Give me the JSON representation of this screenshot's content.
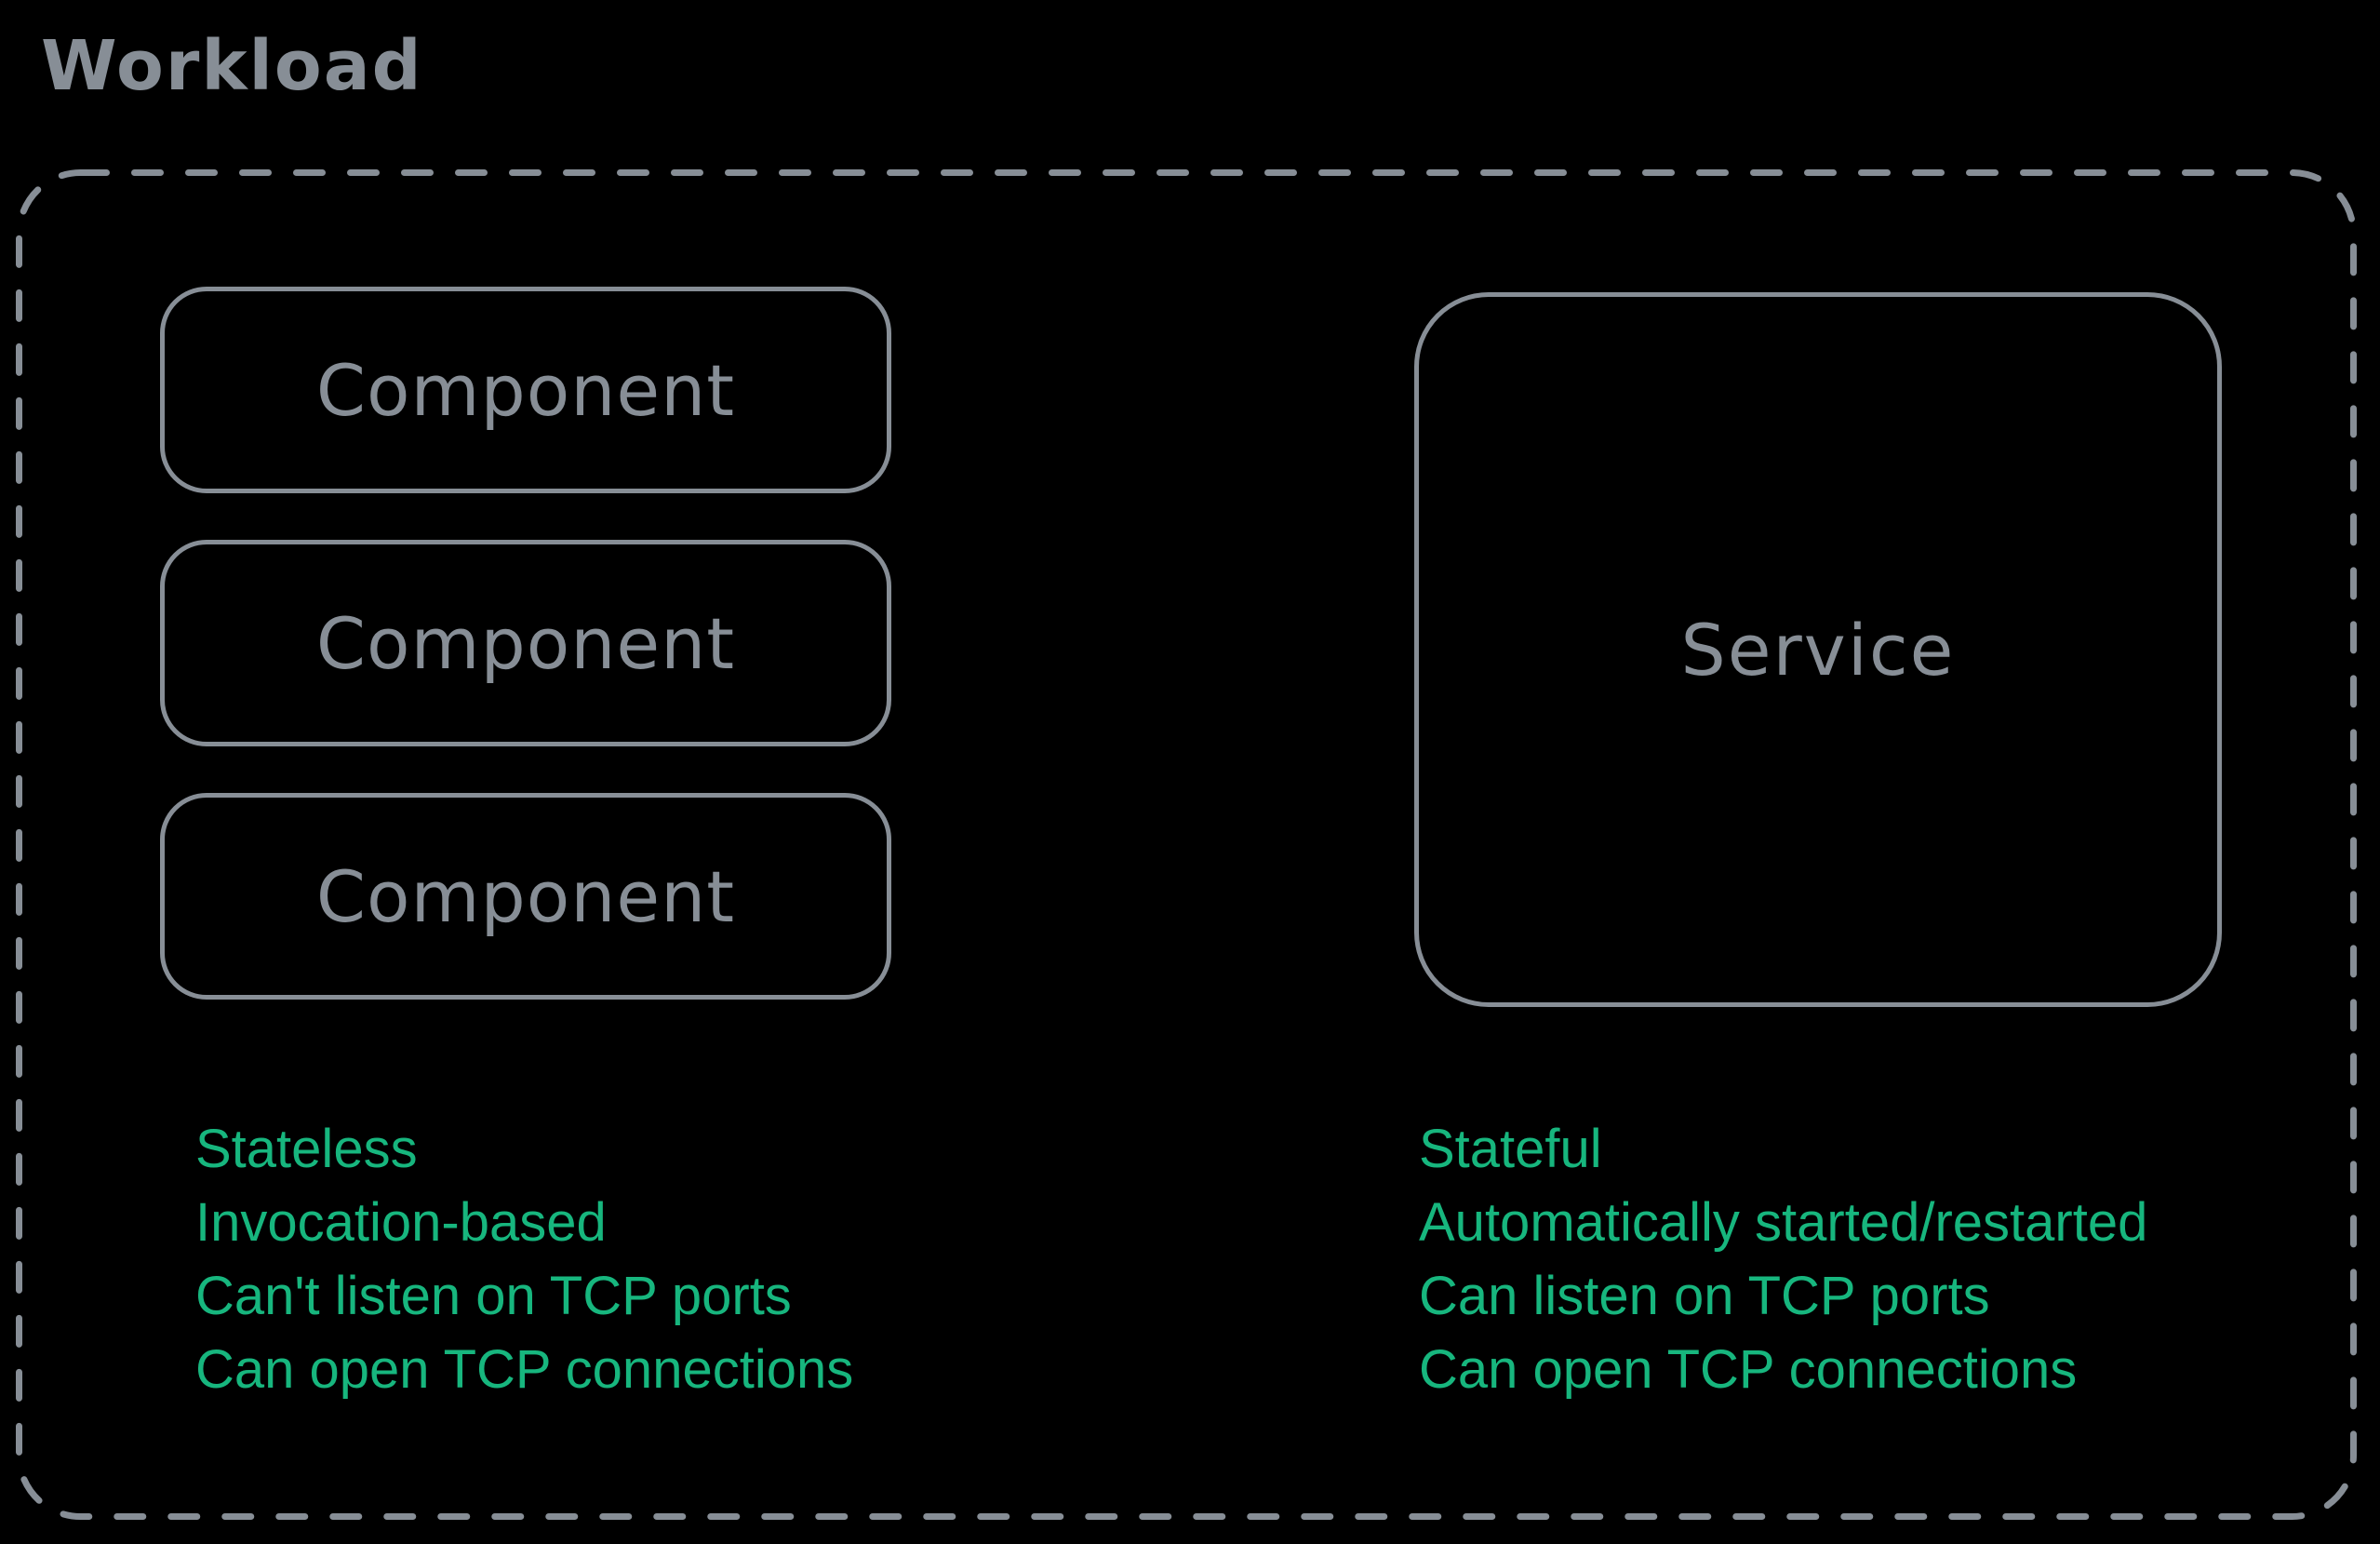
{
  "diagram": {
    "title": "Workload",
    "colors": {
      "background": "#000000",
      "line_gray": "#878E96",
      "accent_green": "#17B67E"
    },
    "components": [
      {
        "label": "Component"
      },
      {
        "label": "Component"
      },
      {
        "label": "Component"
      }
    ],
    "service": {
      "label": "Service"
    },
    "component_traits": [
      "Stateless",
      "Invocation-based",
      "Can't listen on TCP ports",
      "Can open TCP connections"
    ],
    "service_traits": [
      "Stateful",
      "Automatically started/restarted",
      "Can listen on TCP ports",
      "Can open TCP connections"
    ]
  }
}
